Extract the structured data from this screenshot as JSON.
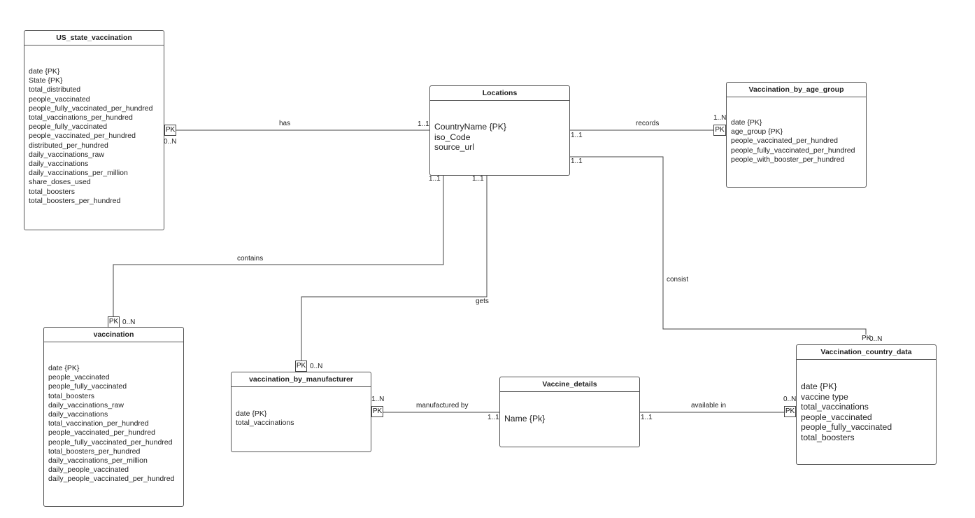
{
  "entities": {
    "us_state": {
      "title": "US_state_vaccination",
      "attributes": [
        "date {PK}",
        "State {PK}",
        "total_distributed",
        "people_vaccinated",
        "people_fully_vaccinated_per_hundred",
        "total_vaccinations_per_hundred",
        "people_fully_vaccinated",
        "people_vaccinated_per_hundred",
        "distributed_per_hundred",
        "daily_vaccinations_raw",
        "daily_vaccinations",
        "daily_vaccinations_per_million",
        "share_doses_used",
        "total_boosters",
        "total_boosters_per_hundred"
      ]
    },
    "locations": {
      "title": "Locations",
      "attributes": [
        "CountryName {PK}",
        "iso_Code",
        "source_url"
      ]
    },
    "age_group": {
      "title": "Vaccination_by_age_group",
      "attributes": [
        "date {PK}",
        "age_group {PK}",
        "people_vaccinated_per_hundred",
        "people_fully_vaccinated_per_hundred",
        "people_with_booster_per_hundred"
      ]
    },
    "vaccination": {
      "title": "vaccination",
      "attributes": [
        "date {PK}",
        "people_vaccinated",
        "people_fully_vaccinated",
        "total_boosters",
        "daily_vaccinations_raw",
        "daily_vaccinations",
        "total_vaccination_per_hundred",
        "people_vaccinated_per_hundred",
        "people_fully_vaccinated_per_hundred",
        "total_boosters_per_hundred",
        "daily_vaccinations_per_million",
        "daily_people_vaccinated",
        "daily_people_vaccinated_per_hundred"
      ]
    },
    "manufacturer": {
      "title": "vaccination_by_manufacturer",
      "attributes": [
        "date {PK}",
        "total_vaccinations"
      ]
    },
    "vaccine_details": {
      "title": "Vaccine_details",
      "attributes": [
        "Name {Pk}"
      ]
    },
    "country_data": {
      "title": "Vaccination_country_data",
      "attributes": [
        "date {PK}",
        "vaccine type",
        "total_vaccinations",
        "people_vaccinated",
        "people_fully_vaccinated",
        "total_boosters"
      ]
    }
  },
  "relationships": {
    "has": {
      "label": "has",
      "card_a": "0..N",
      "card_b": "1..1",
      "key": "PK"
    },
    "records": {
      "label": "records",
      "card_a": "1..1",
      "card_b": "1..N",
      "key": "PK"
    },
    "contains": {
      "label": "contains",
      "card_a": "1..1",
      "card_b": "0..N",
      "key": "PK"
    },
    "gets": {
      "label": "gets",
      "card_a": "1..1",
      "card_b": "0..N",
      "key": "PK"
    },
    "consist": {
      "label": "consist",
      "card_a": "1..1",
      "card_b": "0..N",
      "key": "PK"
    },
    "manufactured_by": {
      "label": "manufactured by",
      "card_a": "1..N",
      "card_b": "1..1",
      "key": "PK"
    },
    "available_in": {
      "label": "available in",
      "card_a": "1..1",
      "card_b": "0..N",
      "key": "PK"
    }
  }
}
